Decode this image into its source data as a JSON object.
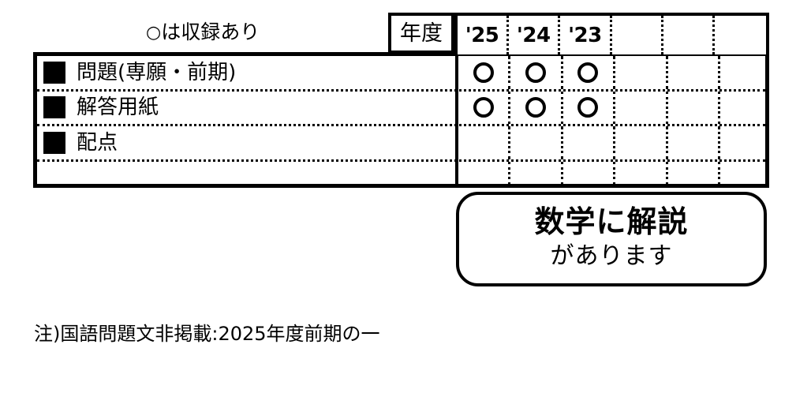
{
  "legend": {
    "mark": "○",
    "text": "は収録あり",
    "full": "○は収録あり"
  },
  "table": {
    "year_label": "年度",
    "columns": [
      "'25",
      "'24",
      "'23",
      "",
      "",
      ""
    ],
    "rows": [
      {
        "label": "問題(専願・前期)",
        "marks": [
          "○",
          "○",
          "○",
          "",
          "",
          ""
        ]
      },
      {
        "label": "解答用紙",
        "marks": [
          "○",
          "○",
          "○",
          "",
          "",
          ""
        ]
      },
      {
        "label": "配点",
        "marks": [
          "",
          "",
          "",
          "",
          "",
          ""
        ]
      },
      {
        "label": "",
        "marks": [
          "",
          "",
          "",
          "",
          "",
          ""
        ]
      }
    ]
  },
  "callout": {
    "line1": "数学に解説",
    "line2": "があります"
  },
  "footnote": {
    "text": "注)国語問題文非掲載:2025年度前期の一"
  },
  "colors": {
    "ink": "#000000",
    "paper": "#ffffff"
  }
}
